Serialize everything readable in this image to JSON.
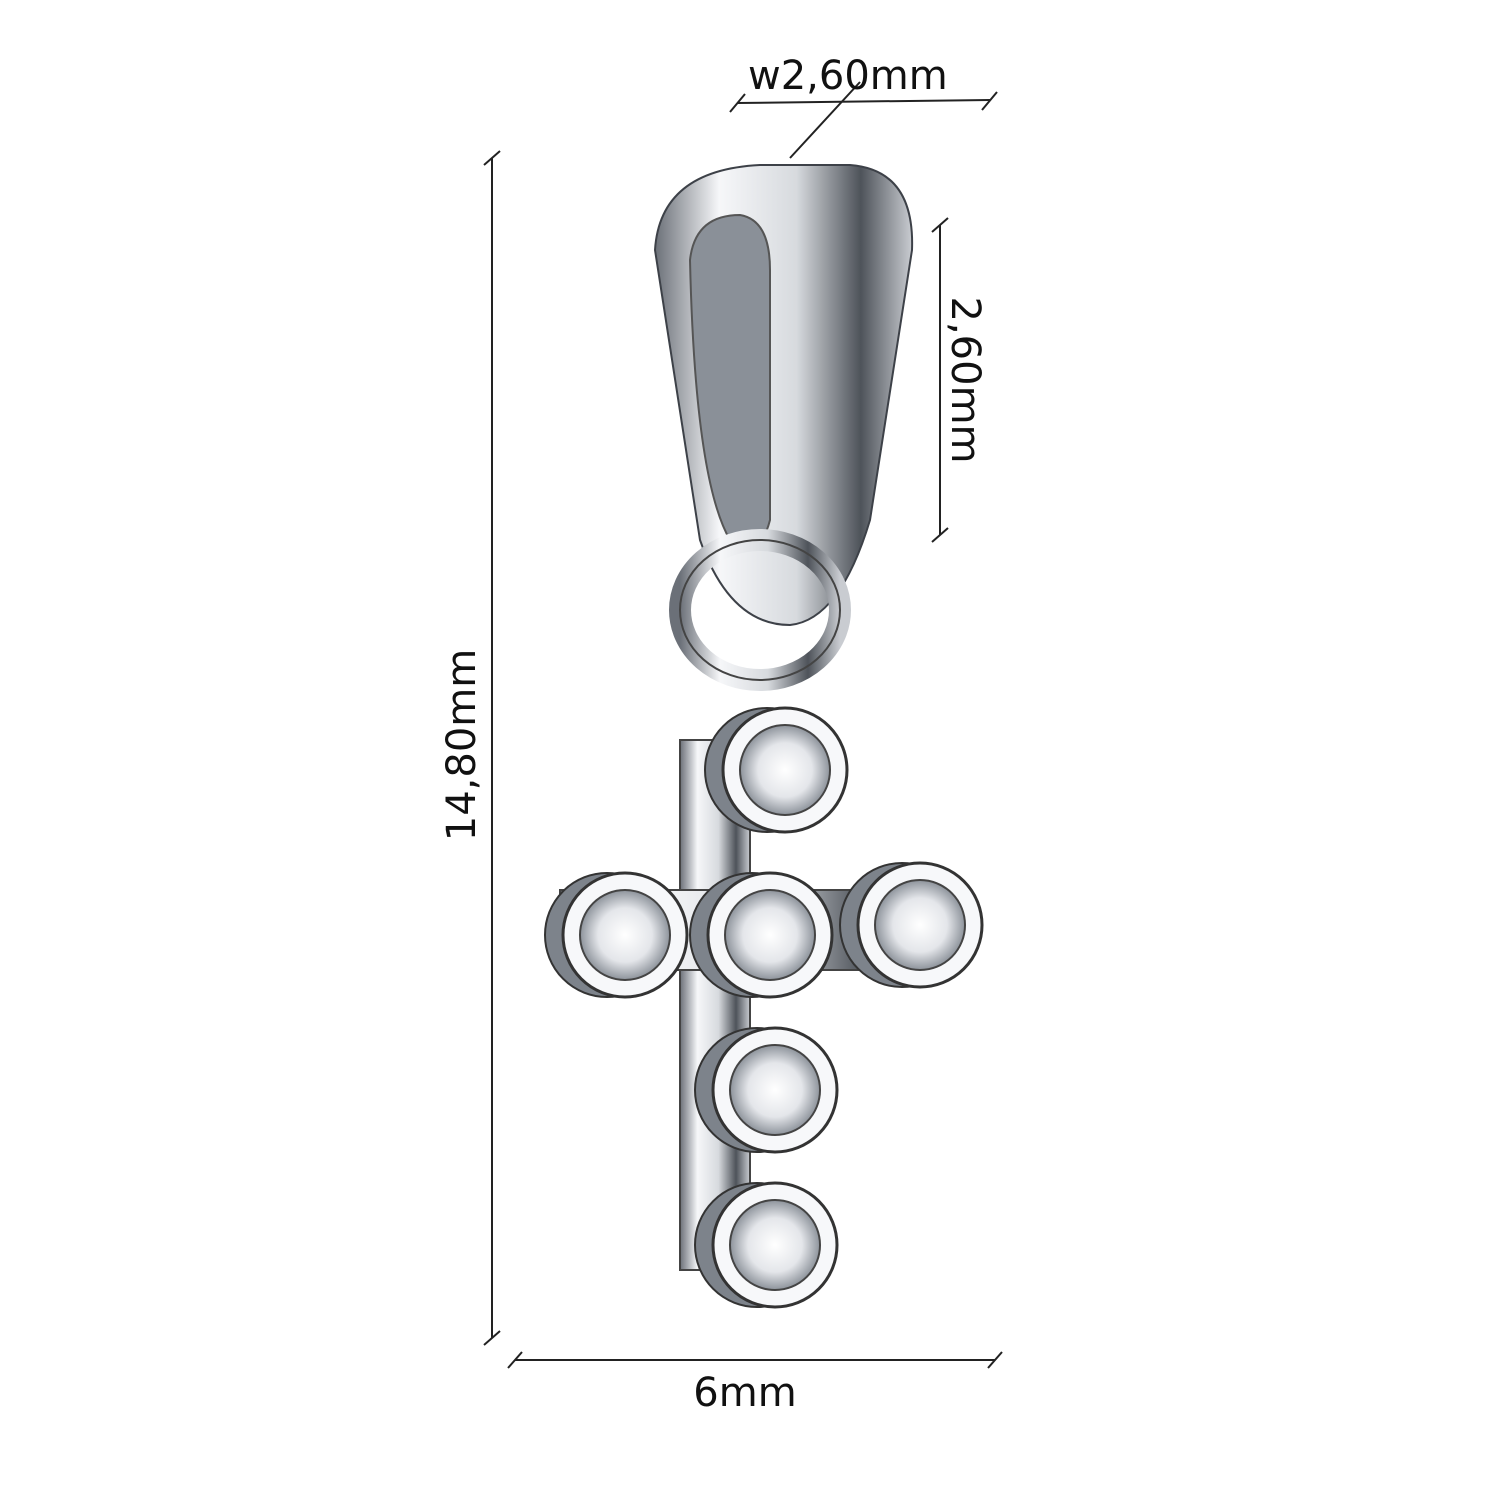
{
  "dimensions": {
    "bail_width": "w2,60mm",
    "bail_opening": "2,60mm",
    "total_height": "14,80mm",
    "cross_width": "6mm"
  },
  "colors": {
    "metal_light": "#f4f5f7",
    "metal_dark": "#5a5f66",
    "line": "#222222"
  }
}
